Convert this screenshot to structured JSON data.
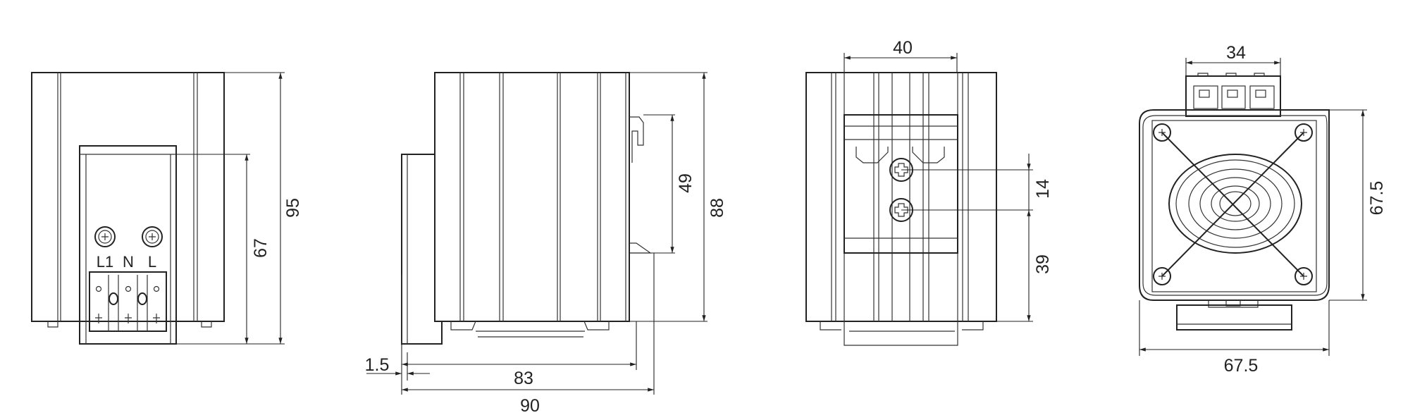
{
  "drawing": {
    "front_view": {
      "terminal_labels": [
        "L1",
        "N",
        "L"
      ],
      "dim_height_total": "95",
      "dim_height_terminal": "67"
    },
    "side_view": {
      "dim_height": "88",
      "dim_clip": "49",
      "dim_offset": "1.5",
      "dim_depth_body": "83",
      "dim_depth_total": "90"
    },
    "rear_view": {
      "dim_rail_width": "40",
      "dim_screw_pitch": "14",
      "dim_screw_bottom": "39"
    },
    "fan_view": {
      "dim_terminal_width": "34",
      "dim_height": "67.5",
      "dim_width": "67.5"
    }
  }
}
